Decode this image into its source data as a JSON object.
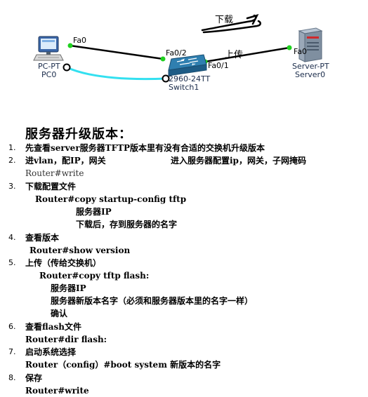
{
  "topology": {
    "pc": {
      "type": "PC-PT",
      "name": "PC0",
      "port": "Fa0"
    },
    "switch": {
      "type": "2960-24TT",
      "name": "Switch1",
      "port_a": "Fa0/2",
      "port_b": "Fa0/1"
    },
    "server": {
      "type": "Server-PT",
      "name": "Server0",
      "port": "Fa0"
    },
    "annotations": {
      "download": "下载",
      "upload": "上传"
    },
    "colors": {
      "link": "#000000",
      "console": "#33e0f0",
      "port_up": "#1fd11f"
    }
  },
  "doc": {
    "title": "服务器升级版本：",
    "items": [
      {
        "num": "1.",
        "lines": [
          "先查看server服务器TFTP版本里有没有合适的交换机升级版本"
        ]
      },
      {
        "num": "2.",
        "lines": [
          "进vlan，配IP，网关",
          "进入服务器配置ip，网关，子网掩码",
          "Router#write"
        ]
      },
      {
        "num": "3.",
        "lines": [
          "下载配置文件",
          "Router#copy startup-config tftp",
          "服务器IP",
          "下载后，存到服务器的名字"
        ]
      },
      {
        "num": "4.",
        "lines": [
          "查看版本",
          "Router#show version"
        ]
      },
      {
        "num": "5.",
        "lines": [
          "上传（传给交换机）",
          "Router#copy tftp flash:",
          "服务器IP",
          "服务器新版本名字（必须和服务器版本里的名字一样）",
          "确认"
        ]
      },
      {
        "num": "6.",
        "lines": [
          "查看flash文件",
          "Router#dir flash:"
        ]
      },
      {
        "num": "7.",
        "lines": [
          "启动系统选择",
          "Router（config）#boot system 新版本的名字"
        ]
      },
      {
        "num": "8.",
        "lines": [
          "保存",
          "Router#write"
        ]
      }
    ]
  }
}
